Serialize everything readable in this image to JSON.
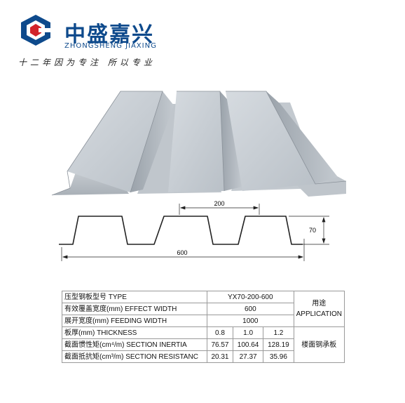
{
  "brand": {
    "name_cn": "中盛嘉兴",
    "name_en": "ZHONGSHENG JIAXING",
    "slogan": "十二年因为专注 所以专业",
    "colors": {
      "blue": "#0e4a8c",
      "red": "#d2232a"
    }
  },
  "drawing": {
    "dim_top": "200",
    "dim_height": "70",
    "dim_width": "600"
  },
  "table": {
    "rows": [
      {
        "label": "压型钢板型号 TYPE",
        "values": [
          "YX70-200-600"
        ]
      },
      {
        "label": "有效覆盖宽度(mm) EFFECT WIDTH",
        "values": [
          "600"
        ]
      },
      {
        "label": "展开宽度(mm) FEEDING WIDTH",
        "values": [
          "1000"
        ]
      },
      {
        "label": "板厚(mm) THICKNESS",
        "values": [
          "0.8",
          "1.0",
          "1.2"
        ]
      },
      {
        "label": "截面惯性矩(cm⁴/m) SECTION INERTIA",
        "values": [
          "76.57",
          "100.64",
          "128.19"
        ]
      },
      {
        "label": "截面抵抗矩(cm³/m) SECTION RESISTANC",
        "values": [
          "20.31",
          "27.37",
          "35.96"
        ]
      }
    ],
    "application_cn": "用途",
    "application_en": "APPLICATION",
    "application_value": "楼面钢承板"
  }
}
